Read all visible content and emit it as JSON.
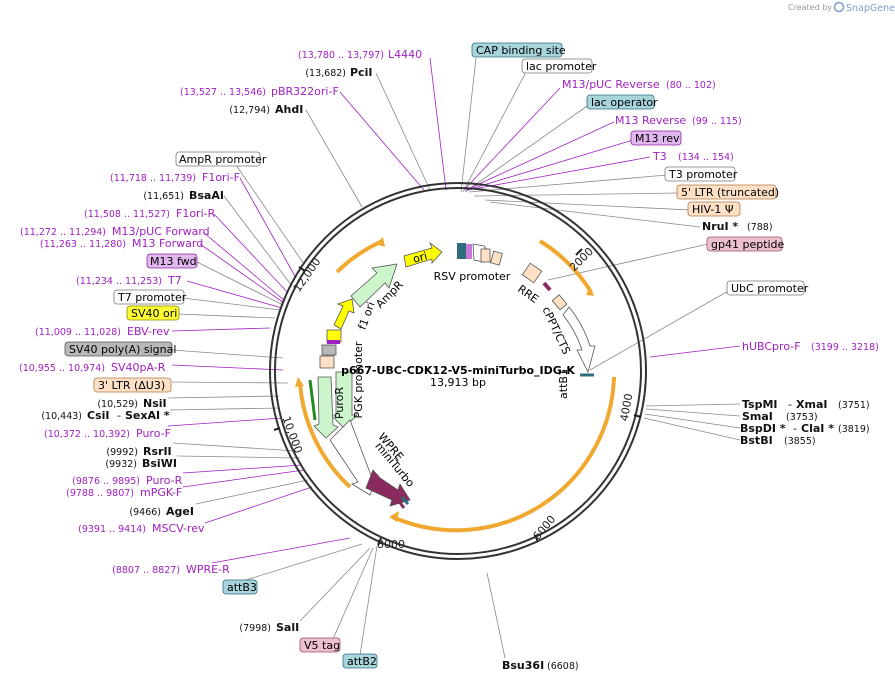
{
  "header": {
    "credit": "Created by",
    "brand": "SnapGene"
  },
  "plasmid": {
    "name": "p667-UBC-CDK12-V5-miniTurbo_IDG-K",
    "size": "13,913 bp"
  },
  "ticks": [
    "2000",
    "4000",
    "6000",
    "8000",
    "10,000",
    "12,000"
  ],
  "boxed_labels": [
    {
      "text": "CAP binding site",
      "fill": "#a8d4dc",
      "stroke": "#2e6e7e"
    },
    {
      "text": "lac promoter",
      "fill": "#ffffff",
      "stroke": "#777777"
    },
    {
      "text": "lac operator",
      "fill": "#a8d4dc",
      "stroke": "#2e6e7e"
    },
    {
      "text": "M13 rev",
      "fill": "#e2b6ee",
      "stroke": "#8a2aa0"
    },
    {
      "text": "T3 promoter",
      "fill": "#ffffff",
      "stroke": "#777777"
    },
    {
      "text": "5' LTR (truncated)",
      "fill": "#fde0c6",
      "stroke": "#b07848"
    },
    {
      "text": "HIV-1 Ψ",
      "fill": "#fde0c6",
      "stroke": "#b07848"
    },
    {
      "text": "gp41 peptide",
      "fill": "#ecc0cc",
      "stroke": "#9a5060"
    },
    {
      "text": "UbC promoter",
      "fill": "#ffffff",
      "stroke": "#777777"
    },
    {
      "text": "AmpR promoter",
      "fill": "#ffffff",
      "stroke": "#777777"
    },
    {
      "text": "M13 fwd",
      "fill": "#e2b6ee",
      "stroke": "#8a2aa0"
    },
    {
      "text": "T7 promoter",
      "fill": "#ffffff",
      "stroke": "#777777"
    },
    {
      "text": "SV40 ori",
      "fill": "#ffff33",
      "stroke": "#888800"
    },
    {
      "text": "SV40 poly(A) signal",
      "fill": "#b8b8b8",
      "stroke": "#555555"
    },
    {
      "text": "3' LTR (ΔU3)",
      "fill": "#fde0c6",
      "stroke": "#b07848"
    },
    {
      "text": "attB3",
      "fill": "#a8d4dc",
      "stroke": "#2e6e7e"
    },
    {
      "text": "V5 tag",
      "fill": "#ecc0cc",
      "stroke": "#9a5060"
    },
    {
      "text": "attB2",
      "fill": "#a8d4dc",
      "stroke": "#2e6e7e"
    }
  ],
  "primer_labels": [
    {
      "coord": "(13,780 .. 13,797)",
      "name": "L4440"
    },
    {
      "coord": "(13,527 .. 13,546)",
      "name": "pBR322ori-F"
    },
    {
      "coord": "(80 .. 102)",
      "name": "M13/pUC Reverse"
    },
    {
      "coord": "(99 .. 115)",
      "name": "M13 Reverse"
    },
    {
      "coord": "(134 .. 154)",
      "name": "T3"
    },
    {
      "coord": "(11,718 .. 11,739)",
      "name": "F1ori-F"
    },
    {
      "coord": "(11,508 .. 11,527)",
      "name": "F1ori-R"
    },
    {
      "coord": "(11,272 .. 11,294)",
      "name": "M13/pUC Forward"
    },
    {
      "coord": "(11,263 .. 11,280)",
      "name": "M13 Forward"
    },
    {
      "coord": "(11,234 .. 11,253)",
      "name": "T7"
    },
    {
      "coord": "(11,009 .. 11,028)",
      "name": "EBV-rev"
    },
    {
      "coord": "(10,955 .. 10,974)",
      "name": "SV40pA-R"
    },
    {
      "coord": "(10,372 .. 10,392)",
      "name": "Puro-F"
    },
    {
      "coord": "(9876 .. 9895)",
      "name": "Puro-R"
    },
    {
      "coord": "(9788 .. 9807)",
      "name": "mPGK-F"
    },
    {
      "coord": "(9391 .. 9414)",
      "name": "MSCV-rev"
    },
    {
      "coord": "(8807 .. 8827)",
      "name": "WPRE-R"
    },
    {
      "coord": "(3199 .. 3218)",
      "name": "hUBCpro-F"
    }
  ],
  "enzyme_labels": [
    {
      "coord": "(13,682)",
      "name": "PciI"
    },
    {
      "coord": "(12,794)",
      "name": "AhdI"
    },
    {
      "coord": "(11,651)",
      "name": "BsaAI"
    },
    {
      "coord": "(10,529)",
      "name": "NsiI"
    },
    {
      "coord": "(9992)",
      "name": "RsrII"
    },
    {
      "coord": "(9932)",
      "name": "BsiWI"
    },
    {
      "coord": "(9466)",
      "name": "AgeI"
    },
    {
      "coord": "(7998)",
      "name": "SalI"
    },
    {
      "coord": "(6608)",
      "name": "Bsu36I"
    },
    {
      "coord": "(3855)",
      "name": "BstBI"
    },
    {
      "coord": "(3753)",
      "name": "SmaI"
    },
    {
      "coord": "(788)",
      "name": "NruI *"
    }
  ],
  "enzyme_pairs": [
    {
      "coord": "(10,443)",
      "name1": "CsiI",
      "sep": "-",
      "name2": "SexAI *"
    },
    {
      "name1": "TspMI",
      "sep": "-",
      "name2": "XmaI",
      "coord": "(3751)"
    },
    {
      "name1": "BspDI *",
      "sep": "-",
      "name2": "ClaI *",
      "coord": "(3819)"
    }
  ],
  "features": [
    {
      "text": "ori",
      "fill": "#ffff00"
    },
    {
      "text": "AmpR",
      "fill": "#ccf5cc"
    },
    {
      "text": "f1 ori",
      "fill": "#ffff00"
    },
    {
      "text": "RSV promoter",
      "fill": "#ffffff"
    },
    {
      "text": "RRE",
      "fill": "#fde0c6"
    },
    {
      "text": "cPPT/CTS",
      "fill": "#fde0c6"
    },
    {
      "text": "attB1",
      "fill": "#a8d4dc"
    },
    {
      "text": "PGK promoter",
      "fill": "#ccf5cc"
    },
    {
      "text": "PuroR",
      "fill": "#ccf5cc"
    },
    {
      "text": "WPRE",
      "fill": "#ffffff"
    },
    {
      "text": "miniTurbo",
      "fill": "#8b2a5c"
    }
  ]
}
